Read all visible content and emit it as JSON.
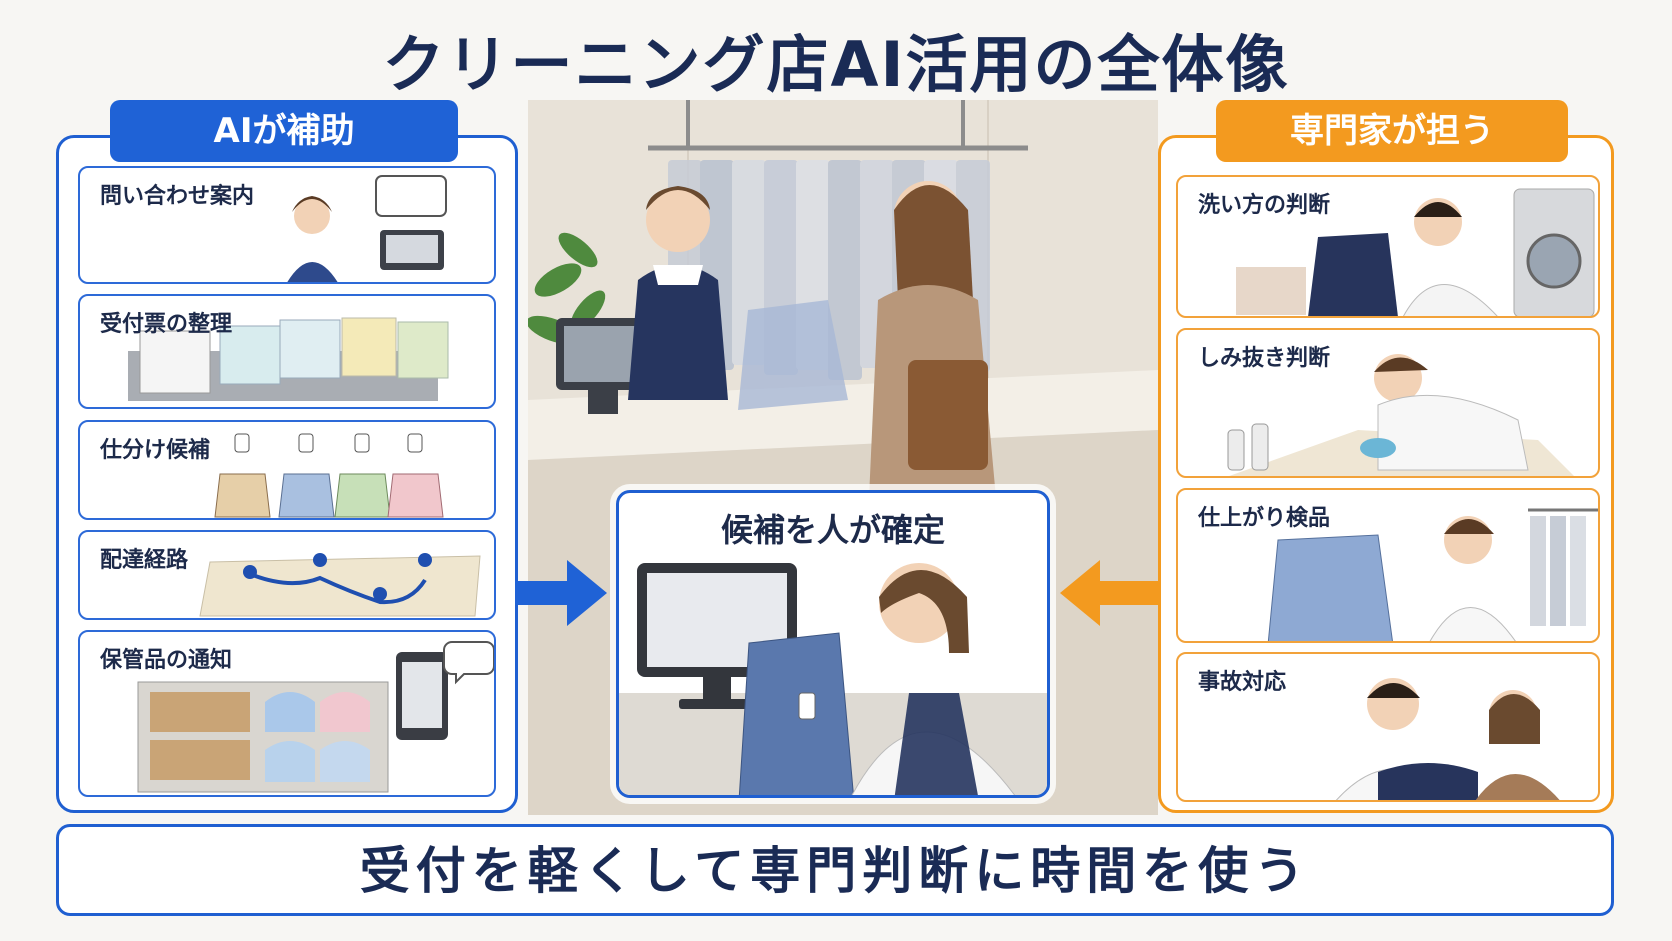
{
  "title": "クリーニング店AI活用の全体像",
  "left_panel": {
    "header": "AIが補助",
    "items": [
      {
        "label": "問い合わせ案内",
        "icon": "operator-chat-icon"
      },
      {
        "label": "受付票の整理",
        "icon": "receipt-tray-icon"
      },
      {
        "label": "仕分け候補",
        "icon": "tagged-garments-icon"
      },
      {
        "label": "配達経路",
        "icon": "route-map-icon"
      },
      {
        "label": "保管品の通知",
        "icon": "storage-notification-icon"
      }
    ]
  },
  "right_panel": {
    "header": "専門家が担う",
    "items": [
      {
        "label": "洗い方の判断",
        "icon": "washing-judgment-icon"
      },
      {
        "label": "しみ抜き判断",
        "icon": "stain-removal-icon"
      },
      {
        "label": "仕上がり検品",
        "icon": "finish-inspection-icon"
      },
      {
        "label": "事故対応",
        "icon": "incident-response-icon"
      }
    ]
  },
  "center": {
    "label": "候補を人が確定"
  },
  "footer": "受付を軽くして専門判断に時間を使う",
  "colors": {
    "ai_blue": "#1f62d6",
    "expert_orange": "#f39a1f",
    "title_navy": "#1a2b55"
  }
}
